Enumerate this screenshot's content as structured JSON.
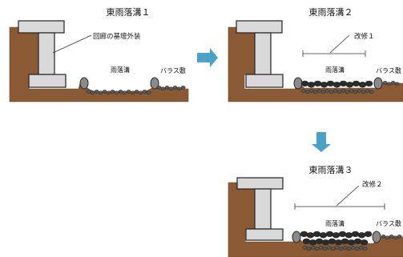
{
  "colors": {
    "soil": "#8a5a35",
    "soil_dark": "#6e4424",
    "pillar": "#d9d9d9",
    "pillar_edge": "#222222",
    "stone": "#5a5a5a",
    "stone_dark": "#2b2b2b",
    "stone_light": "#8a8a8a",
    "arrow": "#4aa3c7",
    "line": "#333333",
    "text": "#111111"
  },
  "panels": [
    {
      "title": "東雨落溝１",
      "callout": "回廊の基壇外装",
      "ditch_label": "雨落溝",
      "gravel_label": "バラス敷"
    },
    {
      "title": "東雨落溝２",
      "callout": "改修１",
      "ditch_label": "雨落溝",
      "gravel_label": "バラス敷"
    },
    {
      "title": "東雨落溝３",
      "callout": "改修２",
      "ditch_label": "雨落溝",
      "gravel_label": "バラス敷"
    }
  ],
  "arrows": [
    {
      "icon": "arrow-right-icon"
    },
    {
      "icon": "arrow-down-icon"
    }
  ]
}
